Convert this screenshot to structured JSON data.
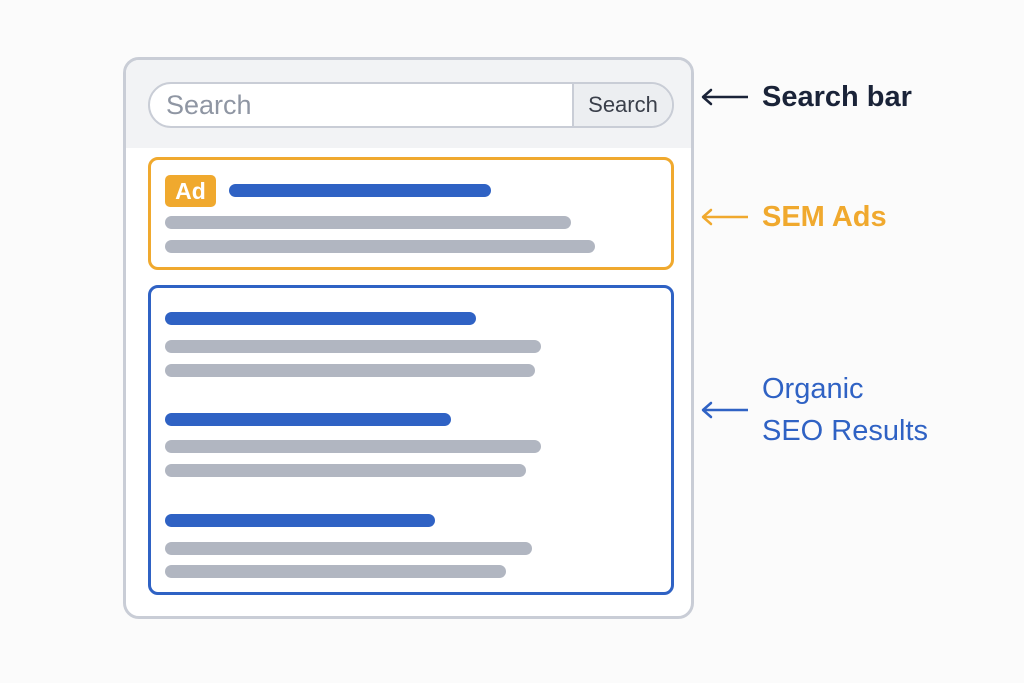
{
  "search": {
    "placeholder": "Search",
    "button_label": "Search"
  },
  "ad": {
    "badge_label": "Ad"
  },
  "annotations": {
    "search_bar": "Search bar",
    "sem_ads": "SEM Ads",
    "organic_line1": "Organic",
    "organic_line2": "SEO Results"
  },
  "colors": {
    "ad_accent": "#f0a92e",
    "organic_accent": "#2f62c4",
    "text_placeholder": "#b1b6c1",
    "frame": "#c9cdd6",
    "label_dark": "#1a2338"
  },
  "icons": {
    "annotation_arrow": "arrow-left-icon"
  }
}
